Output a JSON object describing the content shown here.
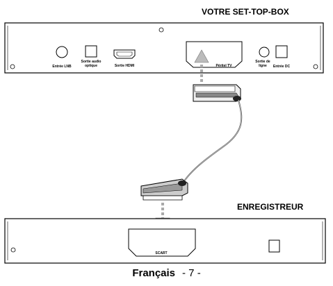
{
  "stb": {
    "title": "VOTRE SET-TOP-BOX",
    "labels": {
      "lnb": "Entrée LNB",
      "audio": "Sortie audio",
      "audio2": "optique",
      "hdmi": "Sortie HDMI",
      "peritel": "Péritel TV",
      "ligne": "Sortie de",
      "ligne2": "ligne",
      "dc": "Entrée DC"
    }
  },
  "recorder": {
    "title": "ENREGISTREUR",
    "scart_label": "SCART"
  },
  "footer": {
    "language": "Français",
    "page": "- 7 -"
  }
}
